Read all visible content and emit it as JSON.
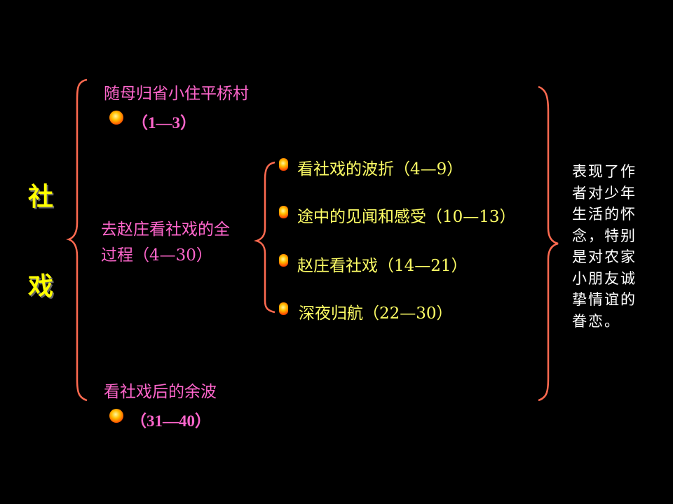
{
  "title": {
    "char1": "社",
    "char2": "戏"
  },
  "sections": [
    {
      "label": "随母归省小住平桥村",
      "range": "（1—3）"
    },
    {
      "label_line1": "去赵庄看社戏的全",
      "label_line2": "过程（4—30）"
    },
    {
      "label": "看社戏后的余波",
      "range": "（31—40）"
    }
  ],
  "subsections": [
    {
      "label": "看社戏的波折（4—9）"
    },
    {
      "label": "途中的见闻和感受（10—13）"
    },
    {
      "label": "赵庄看社戏（14—21）"
    },
    {
      "label": "深夜归航（22—30）"
    }
  ],
  "summary": "表现了作者对少年生活的怀念，特别是对农家小朋友诚挚情谊的眷恋。",
  "colors": {
    "brace": "#ff6a50",
    "pink": "#ff66cc",
    "yellow": "#ffff66",
    "title": "#ffff00"
  }
}
